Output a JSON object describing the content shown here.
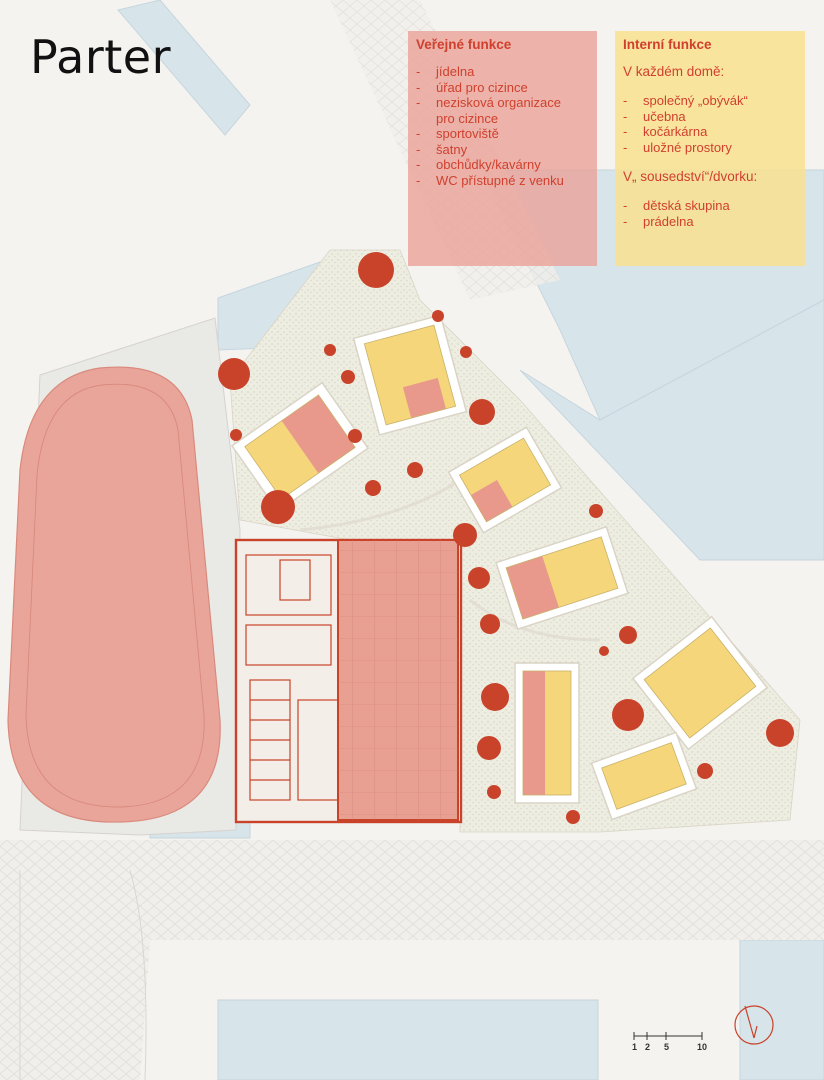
{
  "title": "Parter",
  "legend_public": {
    "heading": "Veřejné funkce",
    "items": [
      "jídelna",
      "úřad pro cizince",
      "nezisková organizace",
      "pro cizince",
      "sportoviště",
      "šatny",
      "obchůdky/kavárny",
      "WC přístupné z venku"
    ]
  },
  "legend_internal": {
    "heading": "Interní funkce",
    "group1_title": "V každém domě:",
    "group1_items": [
      "společný „obývák“",
      "učebna",
      "kočárkárna",
      "uložné prostory"
    ],
    "group2_title": "V„ sousedství“/dvorku:",
    "group2_items": [
      "dětská skupina",
      "prádelna"
    ]
  },
  "scale_bar": {
    "labels": [
      "1",
      "2",
      "5",
      "10"
    ]
  },
  "colors": {
    "public_function": "#e8998c",
    "internal_function": "#f5d67a",
    "trees": "#c9432b",
    "greenery": "#e6e8d4",
    "water_blue": "#cfe0e8",
    "outline_red": "#c9432b"
  },
  "icons": [
    "north-arrow-icon",
    "tree-icon"
  ]
}
